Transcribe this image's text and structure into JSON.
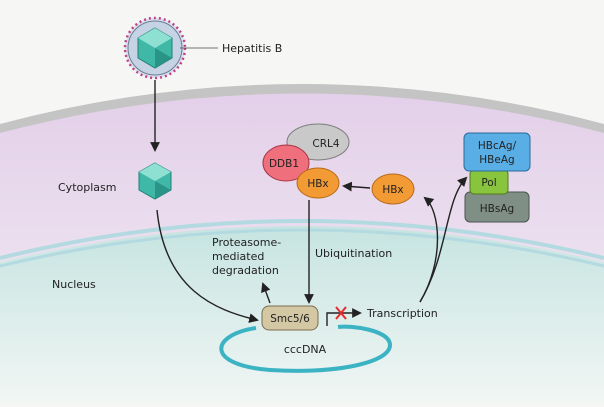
{
  "labels": {
    "virus": "Hepatitis B",
    "cytoplasm": "Cytoplasm",
    "nucleus": "Nucleus",
    "proteasome_line1": "Proteasome-",
    "proteasome_line2": "mediated",
    "proteasome_line3": "degradation",
    "ubiquitination": "Ubiquitination",
    "transcription": "Transcription",
    "smc": "Smc5/6",
    "cccdna": "cccDNA",
    "crl4": "CRL4",
    "ddb1": "DDB1",
    "hbx_complex": "HBx",
    "hbx_free": "HBx",
    "hbcag_line1": "HBcAg/",
    "hbcag_line2": "HBeAg",
    "pol": "Pol",
    "hbsag": "HBsAg"
  },
  "colors": {
    "background": "#f6f6f4",
    "membrane": "#c4c4c4",
    "cytoplasm": "#e4d4ea",
    "nucleus": "#cfe7e2",
    "nuclear_envelope": "#b6dbe0",
    "capsid": "#3fb8a8",
    "envelope_outline": "#c0418a",
    "crl4": "#c9c9c9",
    "ddb1": "#ef6f7d",
    "hbx": "#f29a34",
    "smc": "#d3c7a4",
    "dna": "#3bb3c3",
    "hbcag": "#5aaee6",
    "pol": "#89c43e",
    "hbsag": "#7f8f86",
    "block": "#e8292d"
  }
}
